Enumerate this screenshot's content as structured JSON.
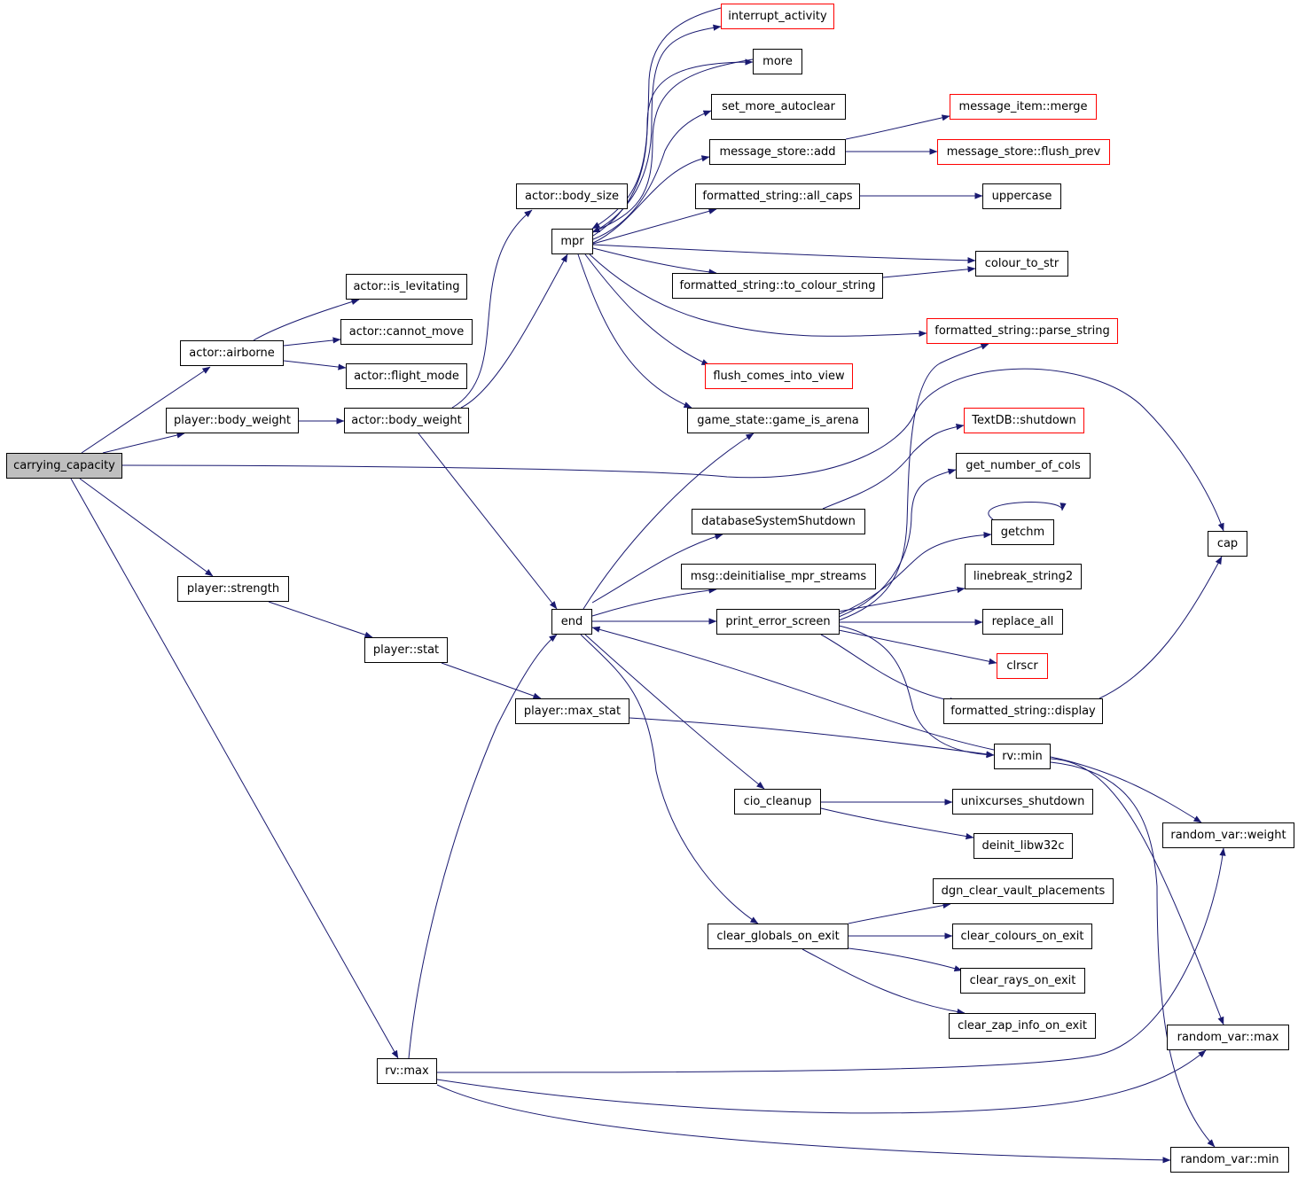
{
  "colors": {
    "edge": "#191970",
    "node_border": "#000000",
    "external_border": "#ff0000",
    "root_fill": "#bfbfbf",
    "background": "#ffffff"
  },
  "nodes": [
    {
      "id": "carrying_capacity",
      "label": "carrying_capacity",
      "kind": "root"
    },
    {
      "id": "actor_airborne",
      "label": "actor::airborne",
      "kind": "normal"
    },
    {
      "id": "player_body_weight",
      "label": "player::body_weight",
      "kind": "normal"
    },
    {
      "id": "player_strength",
      "label": "player::strength",
      "kind": "normal"
    },
    {
      "id": "rv_max",
      "label": "rv::max",
      "kind": "normal"
    },
    {
      "id": "actor_is_levitating",
      "label": "actor::is_levitating",
      "kind": "normal"
    },
    {
      "id": "actor_cannot_move",
      "label": "actor::cannot_move",
      "kind": "normal"
    },
    {
      "id": "actor_flight_mode",
      "label": "actor::flight_mode",
      "kind": "normal"
    },
    {
      "id": "actor_body_weight",
      "label": "actor::body_weight",
      "kind": "normal"
    },
    {
      "id": "player_stat",
      "label": "player::stat",
      "kind": "normal"
    },
    {
      "id": "actor_body_size",
      "label": "actor::body_size",
      "kind": "normal"
    },
    {
      "id": "mpr",
      "label": "mpr",
      "kind": "normal"
    },
    {
      "id": "end",
      "label": "end",
      "kind": "normal"
    },
    {
      "id": "player_max_stat",
      "label": "player::max_stat",
      "kind": "normal"
    },
    {
      "id": "interrupt_activity",
      "label": "interrupt_activity",
      "kind": "external"
    },
    {
      "id": "more",
      "label": "more",
      "kind": "normal"
    },
    {
      "id": "set_more_autoclear",
      "label": "set_more_autoclear",
      "kind": "normal"
    },
    {
      "id": "message_store_add",
      "label": "message_store::add",
      "kind": "normal"
    },
    {
      "id": "formatted_string_all_caps",
      "label": "formatted_string::all_caps",
      "kind": "normal"
    },
    {
      "id": "formatted_string_to_colour_string",
      "label": "formatted_string::to_colour_string",
      "kind": "normal"
    },
    {
      "id": "flush_comes_into_view",
      "label": "flush_comes_into_view",
      "kind": "external"
    },
    {
      "id": "game_state_game_is_arena",
      "label": "game_state::game_is_arena",
      "kind": "normal"
    },
    {
      "id": "databaseSystemShutdown",
      "label": "databaseSystemShutdown",
      "kind": "normal"
    },
    {
      "id": "msg_deinitialise_mpr_streams",
      "label": "msg::deinitialise_mpr_streams",
      "kind": "normal"
    },
    {
      "id": "print_error_screen",
      "label": "print_error_screen",
      "kind": "normal"
    },
    {
      "id": "cio_cleanup",
      "label": "cio_cleanup",
      "kind": "normal"
    },
    {
      "id": "clear_globals_on_exit",
      "label": "clear_globals_on_exit",
      "kind": "normal"
    },
    {
      "id": "message_item_merge",
      "label": "message_item::merge",
      "kind": "external"
    },
    {
      "id": "message_store_flush_prev",
      "label": "message_store::flush_prev",
      "kind": "external"
    },
    {
      "id": "uppercase",
      "label": "uppercase",
      "kind": "normal"
    },
    {
      "id": "colour_to_str",
      "label": "colour_to_str",
      "kind": "normal"
    },
    {
      "id": "formatted_string_parse_string",
      "label": "formatted_string::parse_string",
      "kind": "external"
    },
    {
      "id": "TextDB_shutdown",
      "label": "TextDB::shutdown",
      "kind": "external"
    },
    {
      "id": "get_number_of_cols",
      "label": "get_number_of_cols",
      "kind": "normal"
    },
    {
      "id": "getchm",
      "label": "getchm",
      "kind": "normal"
    },
    {
      "id": "linebreak_string2",
      "label": "linebreak_string2",
      "kind": "normal"
    },
    {
      "id": "replace_all",
      "label": "replace_all",
      "kind": "normal"
    },
    {
      "id": "clrscr",
      "label": "clrscr",
      "kind": "external"
    },
    {
      "id": "formatted_string_display",
      "label": "formatted_string::display",
      "kind": "normal"
    },
    {
      "id": "rv_min",
      "label": "rv::min",
      "kind": "normal"
    },
    {
      "id": "unixcurses_shutdown",
      "label": "unixcurses_shutdown",
      "kind": "normal"
    },
    {
      "id": "deinit_libw32c",
      "label": "deinit_libw32c",
      "kind": "normal"
    },
    {
      "id": "dgn_clear_vault_placements",
      "label": "dgn_clear_vault_placements",
      "kind": "normal"
    },
    {
      "id": "clear_colours_on_exit",
      "label": "clear_colours_on_exit",
      "kind": "normal"
    },
    {
      "id": "clear_rays_on_exit",
      "label": "clear_rays_on_exit",
      "kind": "normal"
    },
    {
      "id": "clear_zap_info_on_exit",
      "label": "clear_zap_info_on_exit",
      "kind": "normal"
    },
    {
      "id": "cap",
      "label": "cap",
      "kind": "normal"
    },
    {
      "id": "random_var_weight",
      "label": "random_var::weight",
      "kind": "normal"
    },
    {
      "id": "random_var_max",
      "label": "random_var::max",
      "kind": "normal"
    },
    {
      "id": "random_var_min",
      "label": "random_var::min",
      "kind": "normal"
    }
  ],
  "edges": [
    [
      "carrying_capacity",
      "actor_airborne"
    ],
    [
      "carrying_capacity",
      "player_body_weight"
    ],
    [
      "carrying_capacity",
      "cap"
    ],
    [
      "carrying_capacity",
      "player_strength"
    ],
    [
      "carrying_capacity",
      "rv_max"
    ],
    [
      "actor_airborne",
      "actor_is_levitating"
    ],
    [
      "actor_airborne",
      "actor_cannot_move"
    ],
    [
      "actor_airborne",
      "actor_flight_mode"
    ],
    [
      "player_body_weight",
      "actor_body_weight"
    ],
    [
      "actor_body_weight",
      "actor_body_size"
    ],
    [
      "actor_body_weight",
      "mpr"
    ],
    [
      "actor_body_weight",
      "end"
    ],
    [
      "player_strength",
      "player_stat"
    ],
    [
      "player_stat",
      "player_max_stat"
    ],
    [
      "player_max_stat",
      "rv_min"
    ],
    [
      "rv_max",
      "end"
    ],
    [
      "rv_max",
      "random_var_weight"
    ],
    [
      "rv_max",
      "random_var_max"
    ],
    [
      "rv_max",
      "random_var_min"
    ],
    [
      "mpr",
      "interrupt_activity"
    ],
    [
      "mpr",
      "more"
    ],
    [
      "mpr",
      "set_more_autoclear"
    ],
    [
      "mpr",
      "message_store_add"
    ],
    [
      "mpr",
      "formatted_string_all_caps"
    ],
    [
      "mpr",
      "colour_to_str"
    ],
    [
      "mpr",
      "formatted_string_to_colour_string"
    ],
    [
      "mpr",
      "formatted_string_parse_string"
    ],
    [
      "mpr",
      "flush_comes_into_view"
    ],
    [
      "mpr",
      "game_state_game_is_arena"
    ],
    [
      "interrupt_activity",
      "mpr"
    ],
    [
      "more",
      "mpr"
    ],
    [
      "message_store_add",
      "message_item_merge"
    ],
    [
      "message_store_add",
      "message_store_flush_prev"
    ],
    [
      "formatted_string_all_caps",
      "uppercase"
    ],
    [
      "formatted_string_to_colour_string",
      "colour_to_str"
    ],
    [
      "end",
      "game_state_game_is_arena"
    ],
    [
      "end",
      "databaseSystemShutdown"
    ],
    [
      "end",
      "msg_deinitialise_mpr_streams"
    ],
    [
      "end",
      "print_error_screen"
    ],
    [
      "end",
      "cio_cleanup"
    ],
    [
      "end",
      "clear_globals_on_exit"
    ],
    [
      "databaseSystemShutdown",
      "TextDB_shutdown"
    ],
    [
      "print_error_screen",
      "formatted_string_parse_string"
    ],
    [
      "print_error_screen",
      "get_number_of_cols"
    ],
    [
      "print_error_screen",
      "getchm"
    ],
    [
      "print_error_screen",
      "linebreak_string2"
    ],
    [
      "print_error_screen",
      "replace_all"
    ],
    [
      "print_error_screen",
      "clrscr"
    ],
    [
      "print_error_screen",
      "formatted_string_display"
    ],
    [
      "print_error_screen",
      "rv_min"
    ],
    [
      "getchm",
      "getchm"
    ],
    [
      "formatted_string_display",
      "cap"
    ],
    [
      "rv_min",
      "end"
    ],
    [
      "rv_min",
      "random_var_weight"
    ],
    [
      "rv_min",
      "random_var_max"
    ],
    [
      "rv_min",
      "random_var_min"
    ],
    [
      "cio_cleanup",
      "unixcurses_shutdown"
    ],
    [
      "cio_cleanup",
      "deinit_libw32c"
    ],
    [
      "clear_globals_on_exit",
      "dgn_clear_vault_placements"
    ],
    [
      "clear_globals_on_exit",
      "clear_colours_on_exit"
    ],
    [
      "clear_globals_on_exit",
      "clear_rays_on_exit"
    ],
    [
      "clear_globals_on_exit",
      "clear_zap_info_on_exit"
    ]
  ]
}
